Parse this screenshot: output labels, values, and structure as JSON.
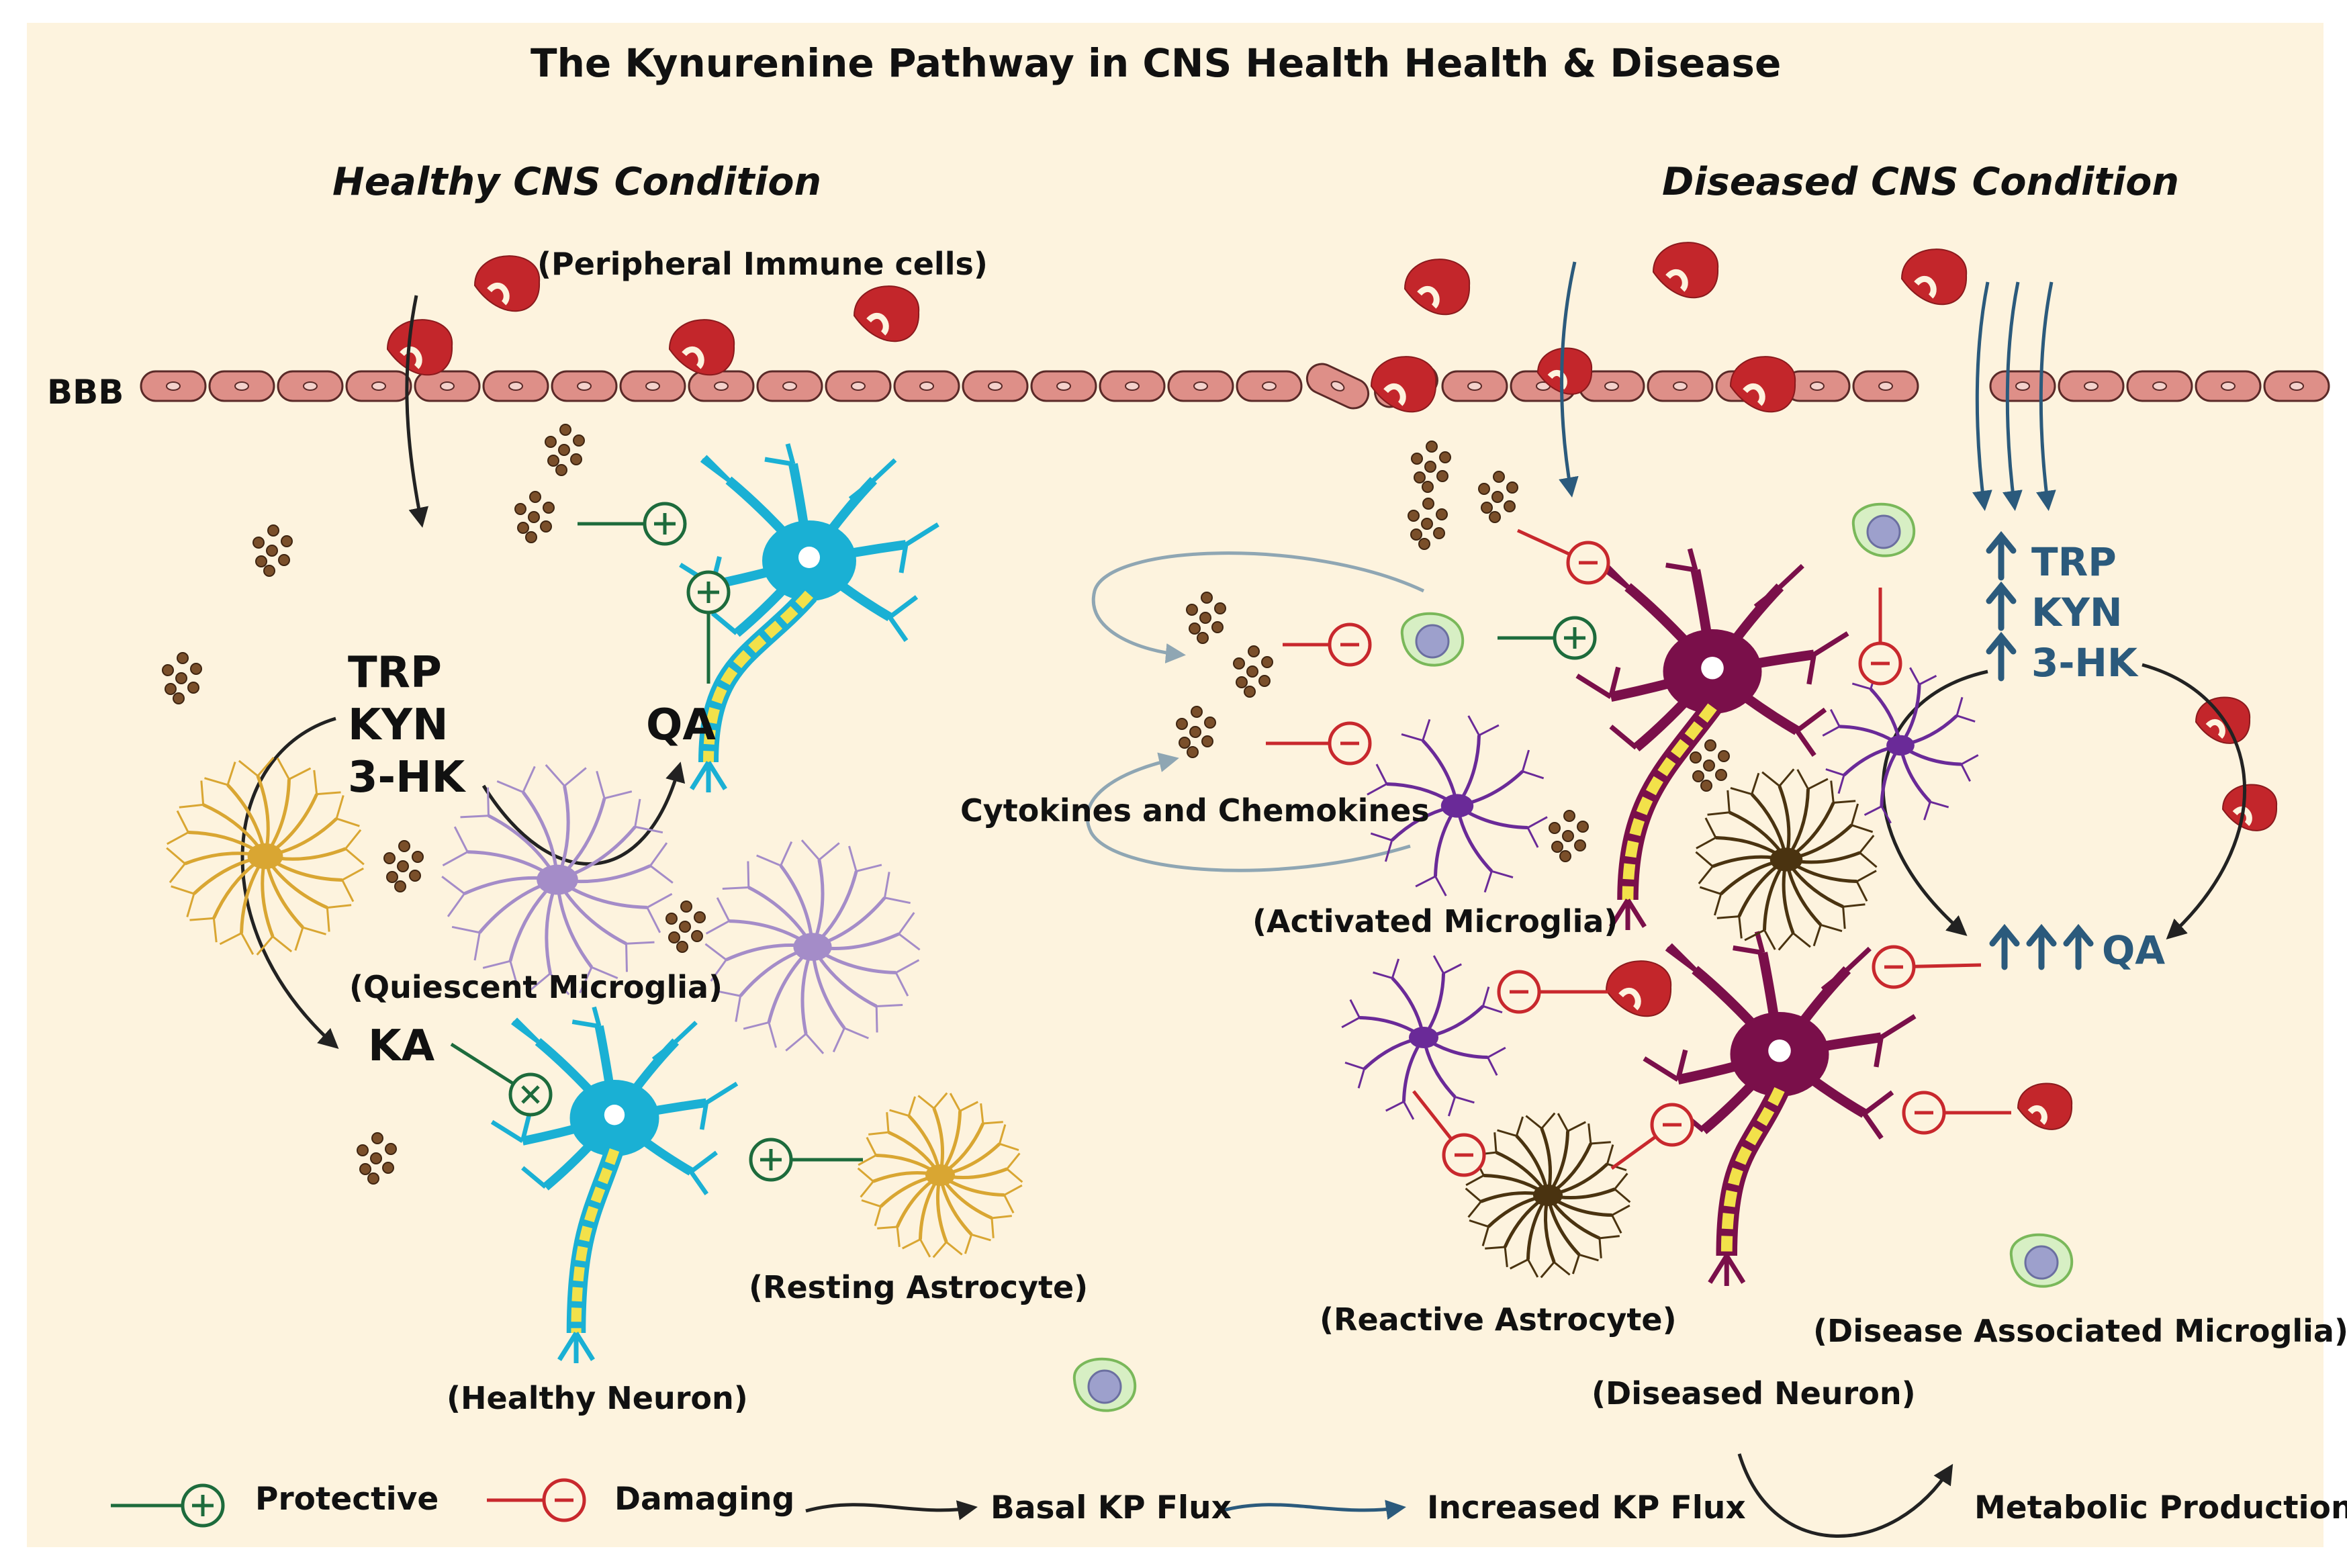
{
  "title": "The Kynurenine Pathway in CNS Health Health & Disease",
  "healthy_section": "Healthy CNS Condition",
  "diseased_section": "Diseased CNS Condition",
  "bbb_label": "BBB",
  "labels": {
    "peripheral_immune_cells": "(Peripheral Immune cells)",
    "quiescent_microglia": "(Quiescent Microglia)",
    "resting_astrocyte": "(Resting Astrocyte)",
    "healthy_neuron": "(Healthy Neuron)",
    "cytokines": "Cytokines and Chemokines",
    "activated_microglia": "(Activated Microglia)",
    "reactive_astrocyte": "(Reactive Astrocyte)",
    "diseased_neuron": "(Diseased Neuron)",
    "disease_associated_microglia": "(Disease Associated Microglia)"
  },
  "metabolites_healthy": {
    "trp": "TRP",
    "kyn": "KYN",
    "three_hk": "3-HK",
    "qa": "QA",
    "ka": "KA"
  },
  "metabolites_diseased": {
    "trp": "TRP",
    "kyn": "KYN",
    "three_hk": "3-HK",
    "qa": "QA"
  },
  "legend": {
    "protective": "Protective",
    "damaging": "Damaging",
    "basal_flux": "Basal KP Flux",
    "increased_flux": "Increased KP Flux",
    "metabolic_production": "Metabolic Production"
  },
  "colors": {
    "protective": "#1d6b3c",
    "damaging": "#c8282d",
    "increased_flux": "#2b5a7c",
    "healthy_neuron": "#1ab0d4",
    "diseased_neuron": "#7a0f4a",
    "quiescent_microglia": "#a48cc8",
    "activated_microglia": "#6a2a98",
    "resting_astrocyte": "#d9a632",
    "reactive_astrocyte": "#4a3310",
    "immune_cell": "#c3262b",
    "bbb_cell": "#de8f88",
    "cytokine": "#7a4f2a",
    "background": "#fdf3de"
  }
}
